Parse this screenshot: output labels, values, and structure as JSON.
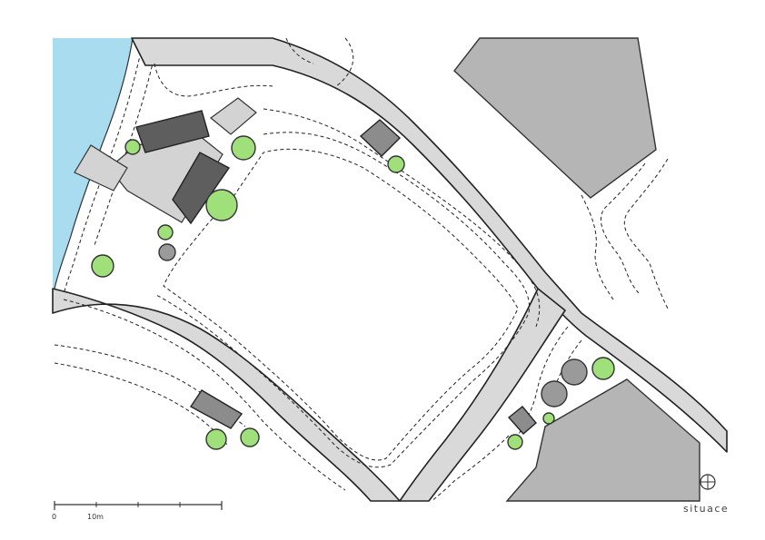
{
  "map": {
    "title": "situace",
    "scale_bar": {
      "zero_label": "0",
      "ten_label": "10m"
    },
    "legend_icon": "north-compass-icon",
    "colors": {
      "water": "#a9dcee",
      "road": "#d9d9d9",
      "tree": "#9fe07a",
      "building_dark": "#5e5e5e",
      "building_grey": "#b5b5b5"
    }
  }
}
